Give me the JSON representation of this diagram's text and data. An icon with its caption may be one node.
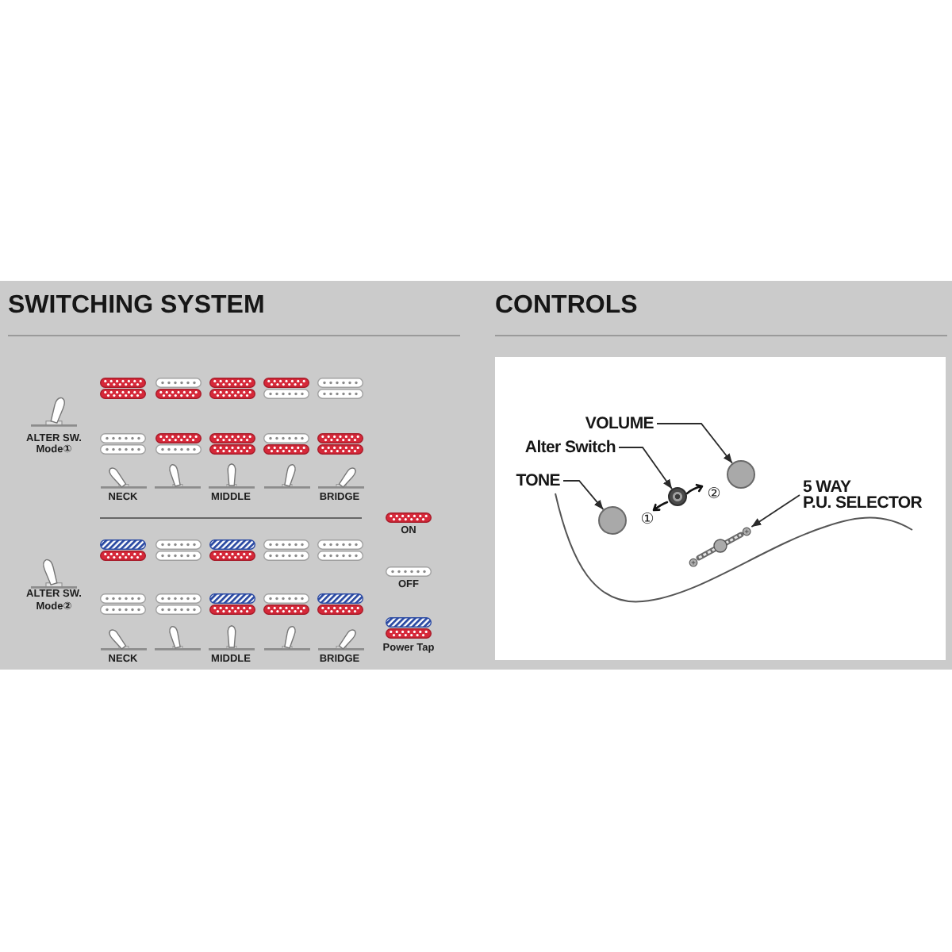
{
  "diagram": {
    "nodes": [
      {
        "text": [
          "VOLUME"
        ]
      },
      {
        "text": [],
        "shape": "circle"
      },
      {
        "text": [
          "Alter Switch"
        ]
      },
      {
        "text": [],
        "shape": "circle"
      },
      {
        "text": [
          "TONE"
        ]
      },
      {
        "text": [],
        "shape": "circle"
      },
      {
        "text": [
          "5 WAY P.U. SELECTOR"
        ]
      },
      {
        "text": [],
        "shape": "picture"
      }
    ],
    "edges": [
      {
        "from": 0,
        "to": 1,
        "arrow": "to"
      },
      {
        "from": 2,
        "to": 3,
        "arrow": "to"
      },
      {
        "from": 4,
        "to": 5,
        "arrow": "to"
      },
      {
        "from": 6,
        "to": 7,
        "arrow": "to"
      }
    ],
    "labels": [
      "SWITCHING SYSTEM",
      "ALTER SW. Mode①",
      "NECK",
      "MIDDLE",
      "BRIDGE",
      "ALTER SW. Mode②",
      "NECK",
      "MIDDLE",
      "BRIDGE",
      "CONTROLS",
      "①",
      "②"
    ],
    "legend": [
      {
        "text": "ON"
      },
      {
        "text": "OFF"
      },
      {
        "text": "Power Tap"
      }
    ]
  }
}
